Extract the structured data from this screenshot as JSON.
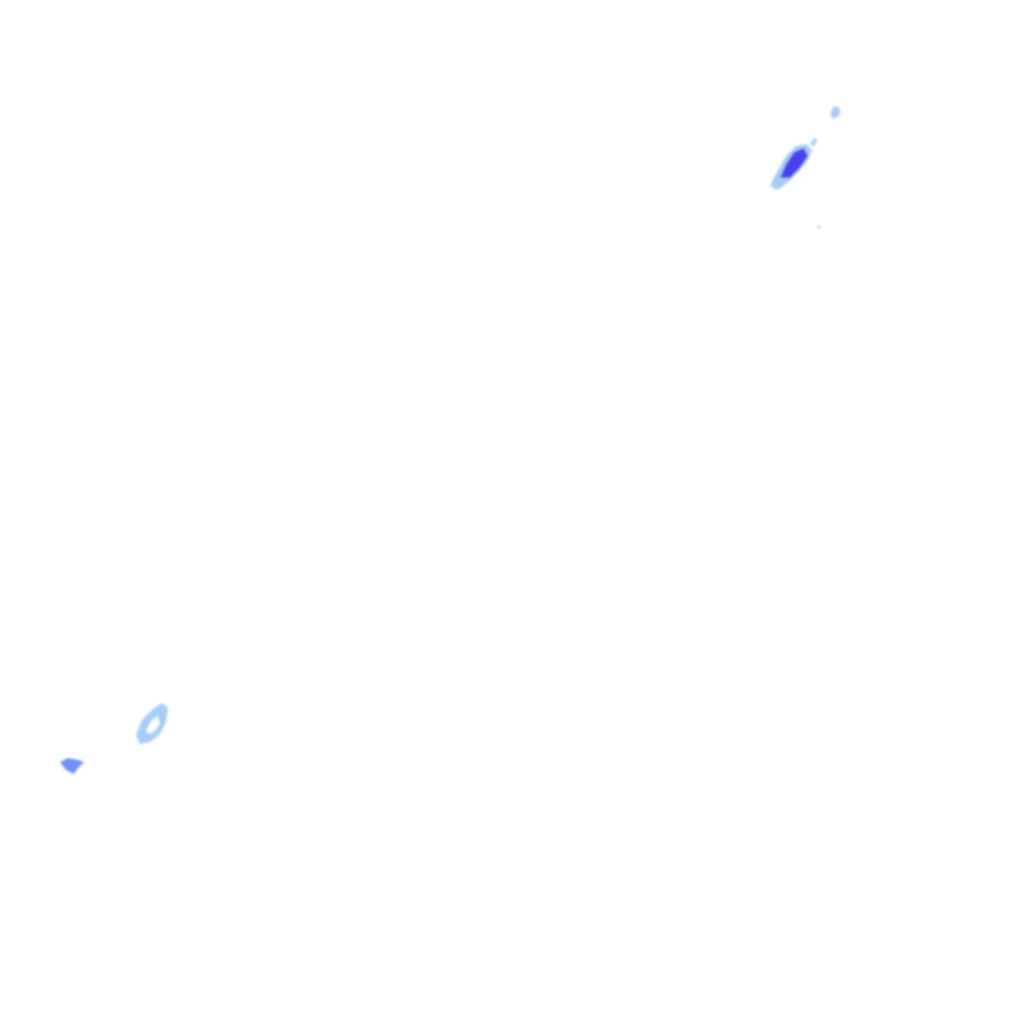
{
  "map": {
    "background": "#ffffff",
    "palette": {
      "light": "#9cc8f4",
      "medium": "#6f8ff2",
      "heavy": "#4a3ff0"
    },
    "echoes": [
      {
        "id": "echo-northeast-main",
        "intensity": "heavy"
      },
      {
        "id": "echo-northeast-small",
        "intensity": "light"
      },
      {
        "id": "echo-southwest-ring",
        "intensity": "light"
      },
      {
        "id": "echo-southwest-core",
        "intensity": "medium"
      }
    ]
  }
}
